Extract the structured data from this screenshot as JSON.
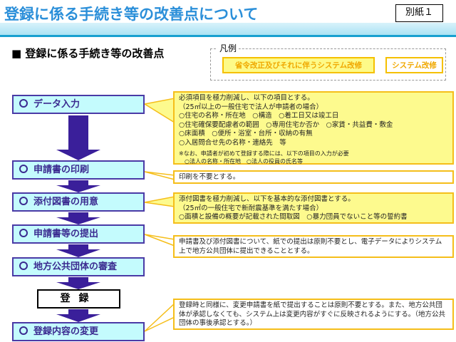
{
  "header": {
    "title": "登録に係る手続き等の改善点について",
    "annex": "別紙１"
  },
  "section_heading": "■ 登録に係る手続き等の改善点",
  "legend": {
    "label": "凡例",
    "items": [
      "省令改正及びそれに伴うシステム改修",
      "システム改修"
    ]
  },
  "steps": [
    "データ入力",
    "申請書の印刷",
    "添付図書の用意",
    "申請書等の提出",
    "地方公共団体の審査",
    "登録内容の変更"
  ],
  "registration": "登録",
  "callouts": {
    "data_entry": {
      "lines": [
        "必須項目を極力削減し、以下の項目とする。",
        "（25㎡以上の一般住宅で法人が申請者の場合）",
        "○住宅の名称・所在地　○構造　○着工日又は竣工日",
        "○住宅確保要配慮者の範囲　○専用住宅か否か　○家賃・共益費・敷金",
        "○床面積　○便所・浴室・台所・収納の有無",
        "○入居問合せ先の名称・連絡先　等"
      ],
      "note": [
        "※なお、申請者が初めて登録する際には、以下の項目の入力が必要",
        "　○法人の名称・所在地　○法人の役員の氏名等"
      ]
    },
    "print": "印刷を不要とする。",
    "attachments": [
      "添付図書を極力削減し、以下を基本的な添付図書とする。",
      "（25㎡の一般住宅で新耐震基準を満たす場合）",
      "○面積と設備の概要が記載された間取図　○暴力団員でないこと等の誓約書"
    ],
    "submission": "申請書及び添付図書について、紙での提出は原則不要とし、電子データによりシステム上で地方公共団体に提出できることとする。",
    "change": "登録時と同様に、変更申請書を紙で提出することは原則不要とする。また、地方公共団体が承認しなくても、システム上は変更内容がすぐに反映されるようにする。（地方公共団体の事後承認とする。）"
  }
}
